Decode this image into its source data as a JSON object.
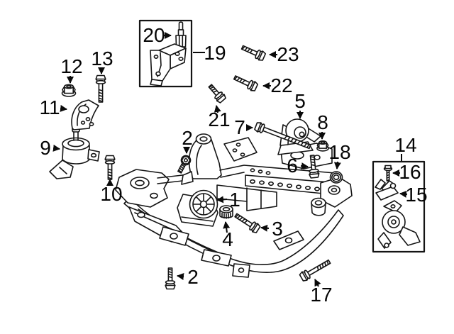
{
  "diagram": {
    "background": "#ffffff",
    "line_color": "#141414",
    "callouts": [
      {
        "label": "1"
      },
      {
        "label": "2"
      },
      {
        "label": "2"
      },
      {
        "label": "3"
      },
      {
        "label": "4"
      },
      {
        "label": "5"
      },
      {
        "label": "6"
      },
      {
        "label": "7"
      },
      {
        "label": "8"
      },
      {
        "label": "9"
      },
      {
        "label": "10"
      },
      {
        "label": "11"
      },
      {
        "label": "12"
      },
      {
        "label": "13"
      },
      {
        "label": "14"
      },
      {
        "label": "15"
      },
      {
        "label": "16"
      },
      {
        "label": "17"
      },
      {
        "label": "18"
      },
      {
        "label": "19"
      },
      {
        "label": "20"
      },
      {
        "label": "21"
      },
      {
        "label": "22"
      },
      {
        "label": "23"
      }
    ]
  }
}
